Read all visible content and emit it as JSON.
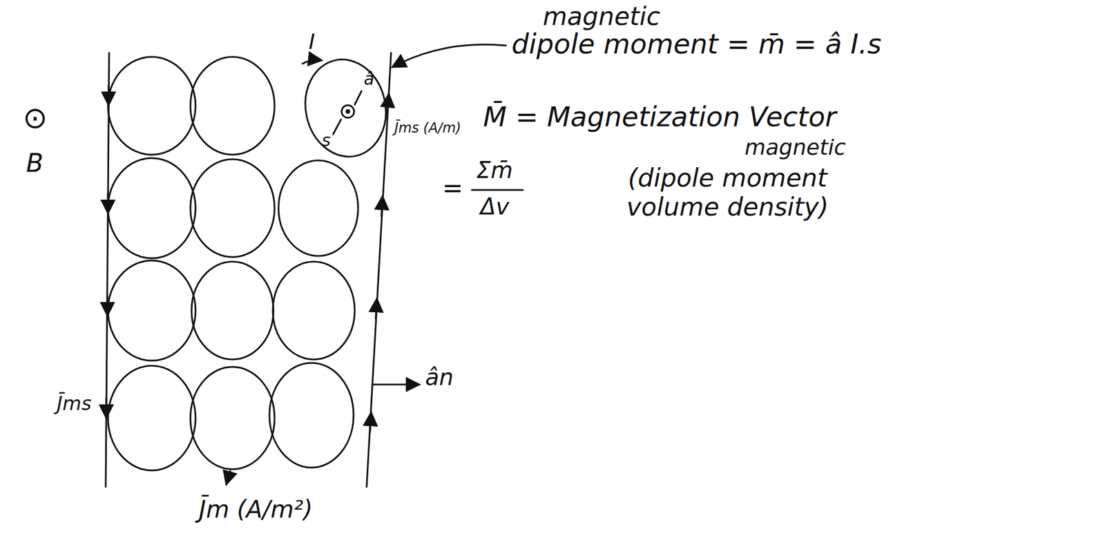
{
  "diagram": {
    "labels": [
      "magnetic",
      "dipole moment = m̄ = â I.s",
      "I",
      "â",
      "s",
      "⊙",
      "B",
      "J̄ms (A/m)",
      "M̄ = Magnetization Vector",
      "=",
      "Σm̄",
      "Δv",
      "magnetic",
      "(dipole moment volume density)",
      "ân",
      "J̄ms",
      "J̄m (A/m²)"
    ]
  }
}
